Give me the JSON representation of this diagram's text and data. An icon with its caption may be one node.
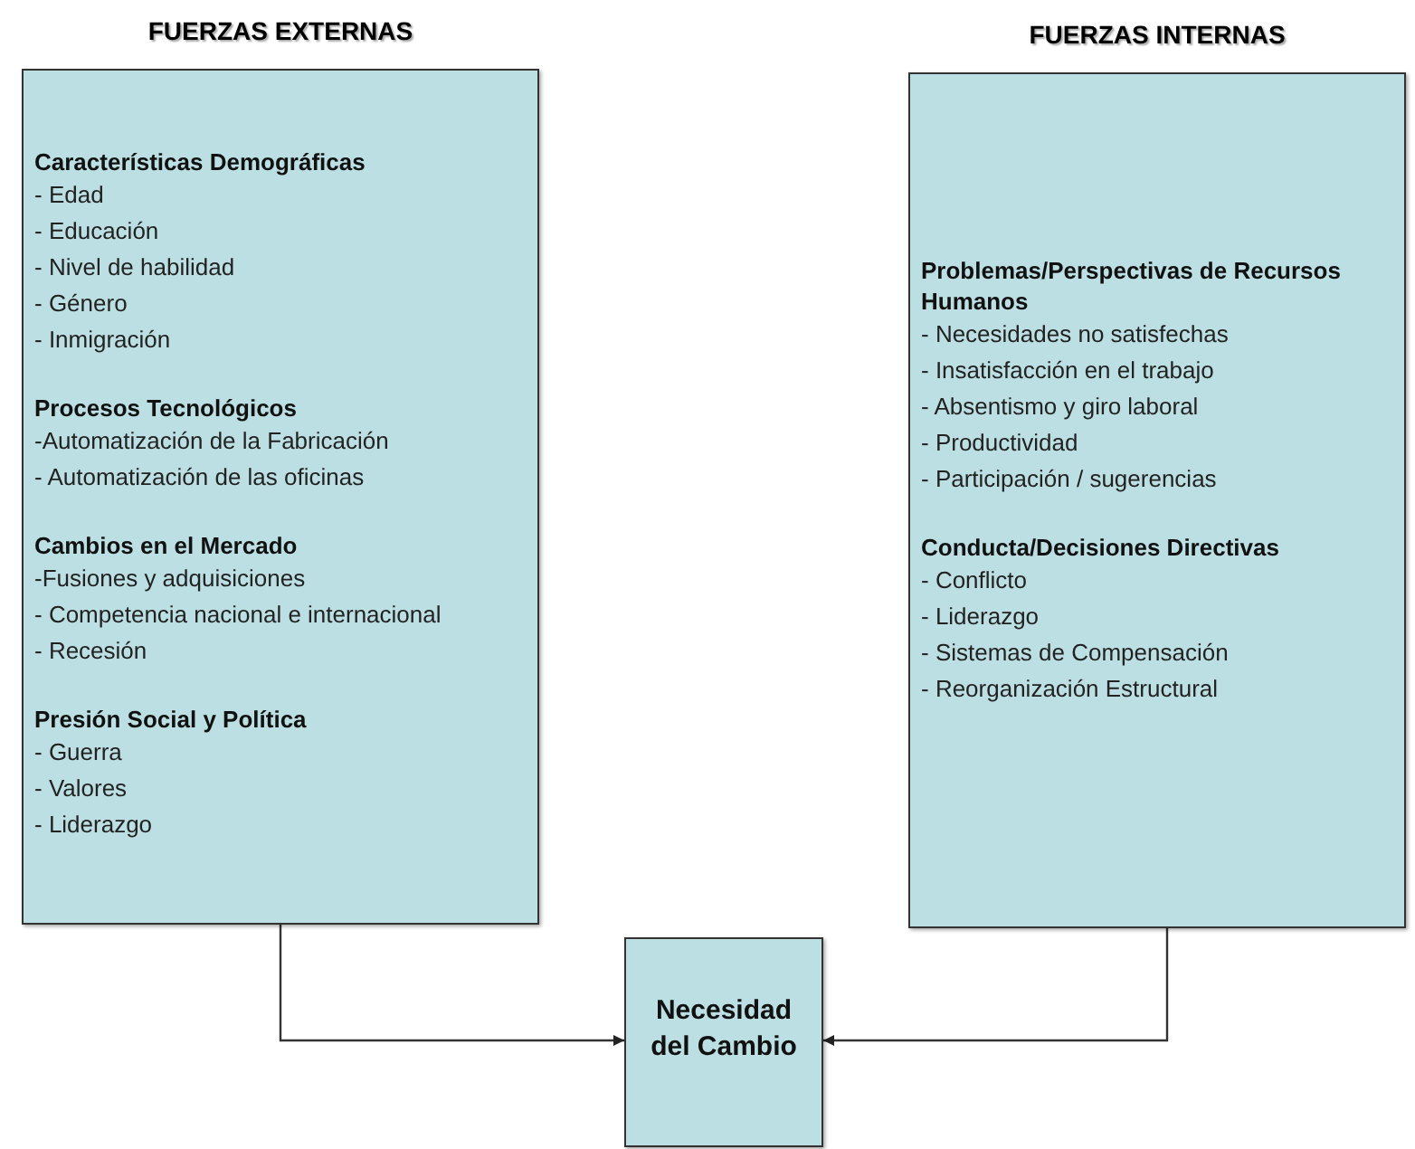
{
  "diagram": {
    "nodes": [
      {
        "text": [
          "FUERZAS EXTERNAS",
          "Características Demográficas",
          "- Edad",
          "- Educación",
          "- Nivel de habilidad",
          "- Género",
          "- Inmigración",
          "Procesos Tecnológicos",
          "-Automatización de la Fabricación",
          "- Automatización de las oficinas",
          "Cambios en el Mercado",
          "-Fusiones y adquisiciones",
          "- Competencia nacional e internacional",
          "- Recesión",
          "Presión Social y Política",
          "- Guerra",
          "- Valores",
          "- Liderazgo"
        ]
      },
      {
        "text": [
          "FUERZAS INTERNAS",
          "Problemas/Perspectivas de Recursos Humanos",
          "- Necesidades no satisfechas",
          "- Insatisfacción en el trabajo",
          "- Absentismo y giro laboral",
          "- Productividad",
          "- Participación / sugerencias",
          "Conducta/Decisiones Directivas",
          "- Conflicto",
          "- Liderazgo",
          "- Sistemas de Compensación",
          "- Reorganización Estructural"
        ]
      },
      {
        "text": [
          "Necesidad del Cambio"
        ]
      }
    ],
    "edges": [
      {
        "from": 0,
        "to": 2,
        "arrow": "to"
      },
      {
        "from": 1,
        "to": 2,
        "arrow": "to"
      }
    ]
  }
}
